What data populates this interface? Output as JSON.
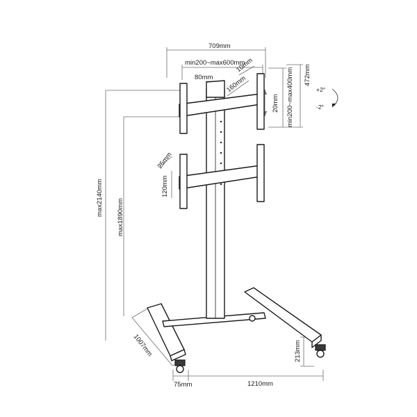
{
  "dimensions": {
    "total_width": "709mm",
    "vesa_width": "min200~max600mm",
    "bracket_width": "80mm",
    "rail_depth": "10mm",
    "rail_offset": "160mm",
    "vesa_height": "min200~max400mm",
    "bracket_height": "472mm",
    "adjust": "20mm",
    "max_height": "max2140mm",
    "max_center_height": "max1890mm",
    "lower_offset": "25mm",
    "lower_height": "120mm",
    "base_depth": "1007mm",
    "caster_offset": "75mm",
    "base_width": "1210mm",
    "caster_height": "213mm"
  },
  "tilt": {
    "up": "+2°",
    "down": "-2°"
  }
}
